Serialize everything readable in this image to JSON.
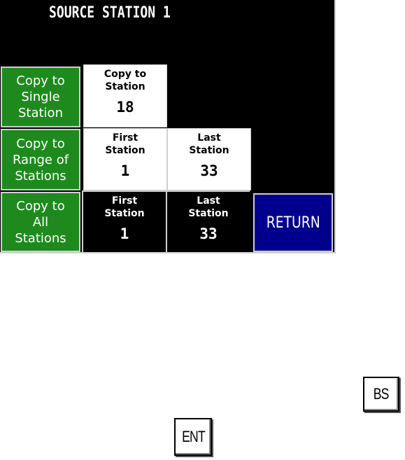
{
  "screen": {
    "title": "SOURCE STATION 1",
    "colors": {
      "background": "#000000",
      "green_button": "#1e8a1e",
      "return_button": "#00008c",
      "cell_white": "#ffffff"
    }
  },
  "rows": [
    {
      "button_label": "Copy to\nSingle\nStation",
      "cells": [
        {
          "label": "Copy to\nStation",
          "value": "18"
        }
      ]
    },
    {
      "button_label": "Copy to\nRange of\nStations",
      "cells": [
        {
          "label": "First\nStation",
          "value": "1"
        },
        {
          "label": "Last\nStation",
          "value": "33"
        }
      ]
    },
    {
      "button_label": "Copy to\nAll\nStations",
      "cells": [
        {
          "label": "First\nStation",
          "value": "1"
        },
        {
          "label": "Last\nStation",
          "value": "33"
        }
      ]
    }
  ],
  "return_label": "RETURN",
  "keys": {
    "bs_label": "BS",
    "ent_label": "ENT"
  }
}
